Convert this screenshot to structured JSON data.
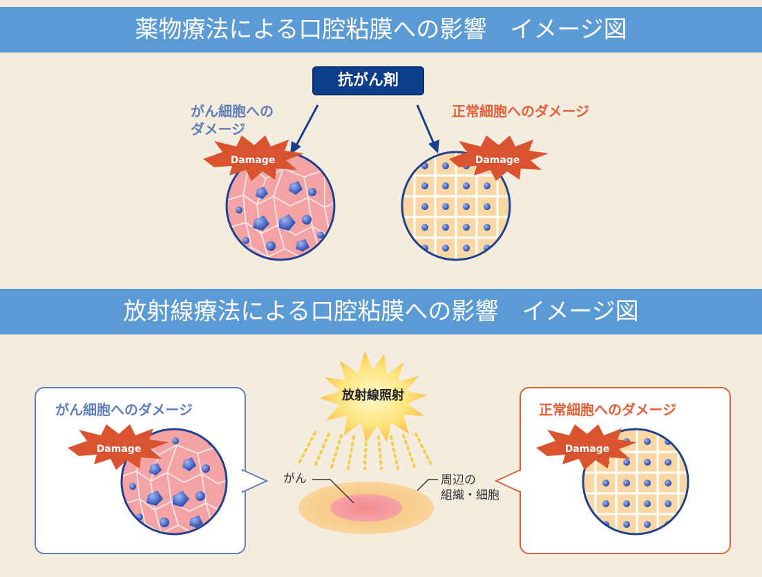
{
  "banners": {
    "drug": "薬物療法による口腔粘膜への影響　イメージ図",
    "radiation": "放射線療法による口腔粘膜への影響　イメージ図"
  },
  "drug_section": {
    "agent_label": "抗がん剤",
    "cancer_label": "がん細胞への\nダメージ",
    "normal_label": "正常細胞へのダメージ",
    "damage_text": "Damage"
  },
  "radiation_section": {
    "source_label": "放射線照射",
    "cancer_bubble_label": "がん細胞へのダメージ",
    "normal_bubble_label": "正常細胞へのダメージ",
    "tumor_label": "がん",
    "surrounding_label": "周辺の\n組織・細胞",
    "damage_text": "Damage"
  },
  "colors": {
    "banner": "#5b9bd5",
    "cancer_text": "#5f7fb8",
    "normal_text": "#e55e35",
    "agent_box": "#0d3e8c",
    "damage_burst": "#d9532f",
    "cancer_cell": "#f4a7a8",
    "normal_cell": "#f9d9a6",
    "nucleus": "#3d5fc0"
  }
}
